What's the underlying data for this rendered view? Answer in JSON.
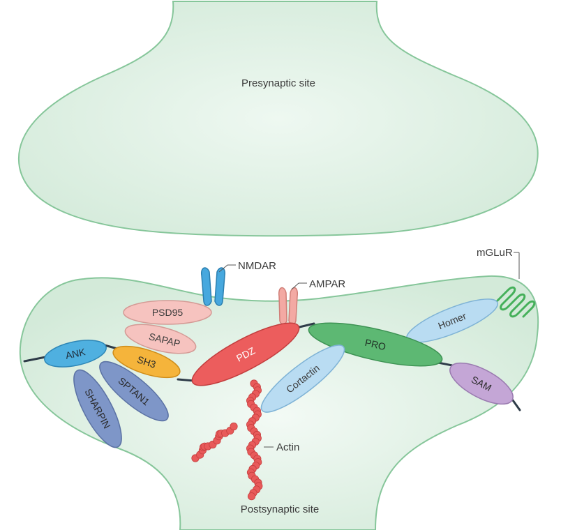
{
  "labels": {
    "presynaptic": "Presynaptic site",
    "postsynaptic": "Postsynaptic site",
    "nmdar": "NMDAR",
    "ampar": "AMPAR",
    "mglur": "mGLuR",
    "actin": "Actin"
  },
  "domains": {
    "psd95": "PSD95",
    "sapap": "SAPAP",
    "ank": "ANK",
    "sh3": "SH3",
    "sptan1": "SPTAN1",
    "sharpin": "SHARPIN",
    "pdz": "PDZ",
    "pro": "PRO",
    "homer": "Homer",
    "sam": "SAM",
    "cortactin": "Cortactin"
  },
  "colors": {
    "membrane_fill": "#d6ecdd",
    "membrane_stroke": "#86c69a",
    "psd95": "#f6c3bf",
    "sapap": "#f6c3bf",
    "ank": "#4fb0e0",
    "sh3": "#f5b43b",
    "sptan1": "#7e96c8",
    "sharpin": "#7e96c8",
    "pdz": "#ec5d5d",
    "pro": "#5db873",
    "homer": "#b9dcf2",
    "sam": "#c4a6d6",
    "cortactin": "#b9dcf2",
    "nmdar": "#47a8de",
    "ampar": "#f3a9a3",
    "mglur": "#45b05a",
    "actin": "#e85a5a",
    "linker": "#2e3b48"
  }
}
